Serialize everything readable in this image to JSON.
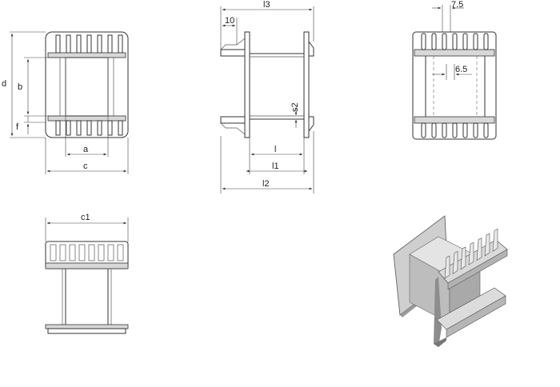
{
  "labels": {
    "d": "d",
    "b": "b",
    "f": "f",
    "a": "a",
    "c": "c",
    "l3": "l3",
    "ten": "10",
    "s2": "s2",
    "l": "l",
    "l1": "l1",
    "l2": "l2",
    "p75": "7.5",
    "p65": "6.5",
    "c1": "c1"
  }
}
